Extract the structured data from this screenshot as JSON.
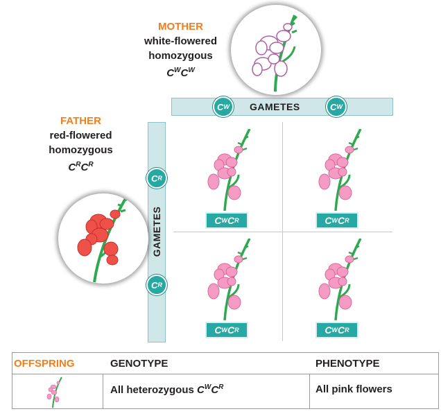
{
  "mother": {
    "title": "MOTHER",
    "line1": "white-flowered",
    "line2": "homozygous",
    "genotype_base": "C",
    "genotype_sup": "W"
  },
  "father": {
    "title": "FATHER",
    "line1": "red-flowered",
    "line2": "homozygous",
    "genotype_base": "C",
    "genotype_sup": "R"
  },
  "gametes_label": "GAMETES",
  "alleles": {
    "base": "C",
    "mother_sup": "W",
    "father_sup": "R"
  },
  "offspring_cells": [
    {
      "base1": "C",
      "sup1": "W",
      "base2": "C",
      "sup2": "R"
    },
    {
      "base1": "C",
      "sup1": "W",
      "base2": "C",
      "sup2": "R"
    },
    {
      "base1": "C",
      "sup1": "W",
      "base2": "C",
      "sup2": "R"
    },
    {
      "base1": "C",
      "sup1": "W",
      "base2": "C",
      "sup2": "R"
    }
  ],
  "table": {
    "offspring_label": "OFFSPRING",
    "genotype_header": "GENOTYPE",
    "phenotype_header": "PHENOTYPE",
    "genotype_text": "All heterozygous ",
    "genotype_base1": "C",
    "genotype_sup1": "W",
    "genotype_base2": "C",
    "genotype_sup2": "R",
    "phenotype_text": "All pink flowers"
  },
  "colors": {
    "accent_orange": "#f07f1b",
    "teal": "#27a8a3",
    "bar": "#cfe7e8",
    "stem": "#2fa84f",
    "white_flower": "#ffffff",
    "white_flower_outline": "#b05fa8",
    "red_flower": "#f0504a",
    "pink_flower": "#f49bc3"
  }
}
